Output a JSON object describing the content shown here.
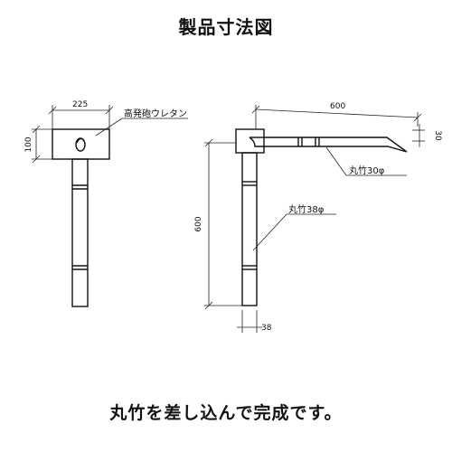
{
  "title": "製品寸法図",
  "caption": "丸竹を差し込んで完成です。",
  "dimensions": {
    "width_225": "225",
    "height_100": "100",
    "length_600_top": "600",
    "height_600_side": "600",
    "dia_30": "30",
    "dia_38": "38"
  },
  "labels": {
    "foam": "高発砲ウレタン",
    "bamboo30": "丸竹30φ",
    "bamboo38": "丸竹38φ"
  }
}
